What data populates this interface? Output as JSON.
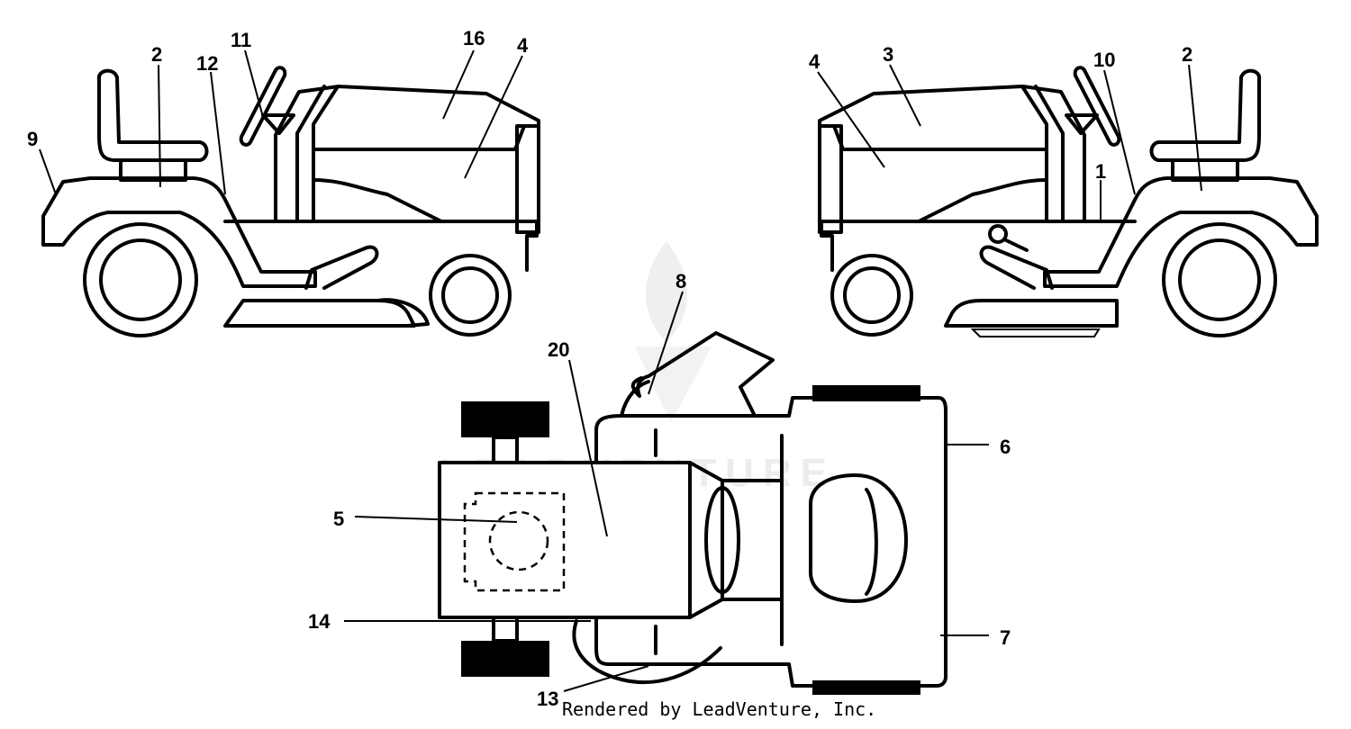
{
  "watermark": {
    "text": "LEADVENTURE"
  },
  "credit": "Rendered by LeadVenture, Inc.",
  "callouts": {
    "left_view": [
      "9",
      "2",
      "12",
      "11",
      "16",
      "4"
    ],
    "right_view": [
      "4",
      "3",
      "10",
      "2",
      "1"
    ],
    "top_view": [
      "8",
      "20",
      "5",
      "14",
      "13",
      "6",
      "7"
    ]
  }
}
